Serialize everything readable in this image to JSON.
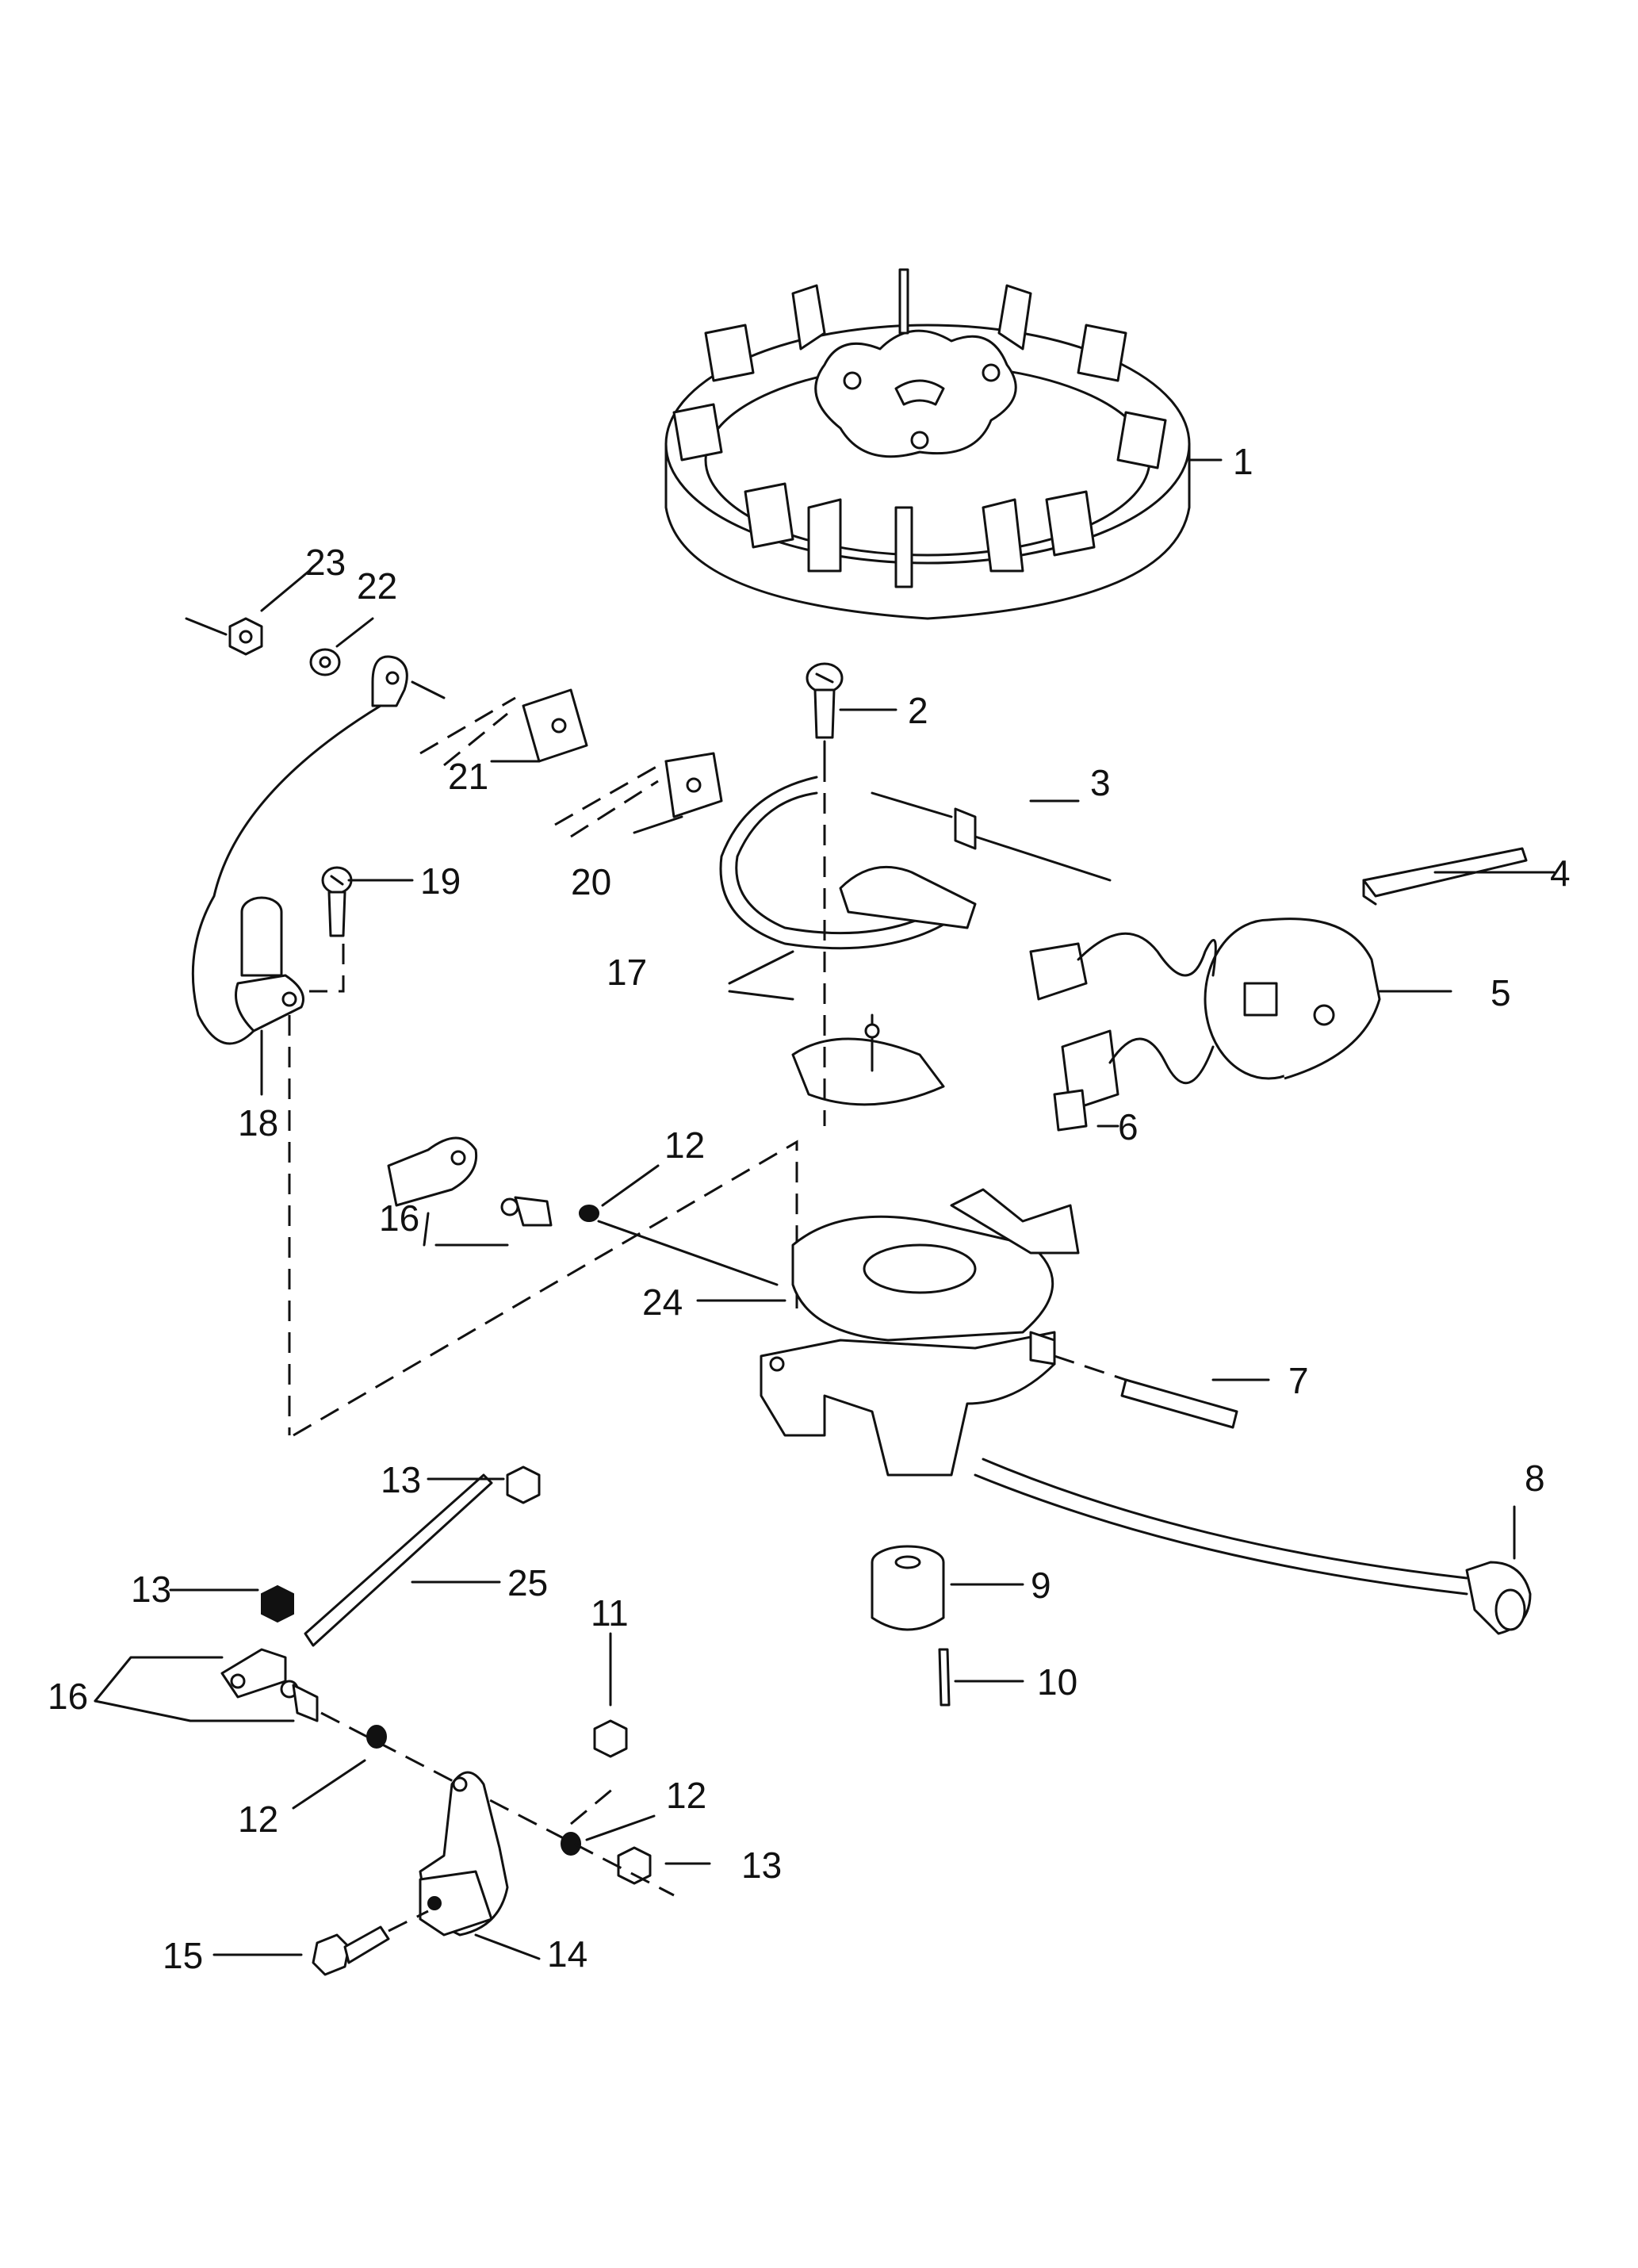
{
  "diagram": {
    "type": "exploded-parts-diagram",
    "subject": "ignition / flywheel magneto assembly",
    "callouts": [
      {
        "id": "c1",
        "label": "1",
        "part": "flywheel"
      },
      {
        "id": "c2",
        "label": "2",
        "part": "screw"
      },
      {
        "id": "c3",
        "label": "3",
        "part": "bolt"
      },
      {
        "id": "c4",
        "label": "4",
        "part": "clip"
      },
      {
        "id": "c5",
        "label": "5",
        "part": "coil"
      },
      {
        "id": "c6",
        "label": "6",
        "part": "block"
      },
      {
        "id": "c7",
        "label": "7",
        "part": "spring"
      },
      {
        "id": "c8",
        "label": "8",
        "part": "spark plug lead / boot"
      },
      {
        "id": "c9",
        "label": "9",
        "part": "bushing"
      },
      {
        "id": "c10",
        "label": "10",
        "part": "pin"
      },
      {
        "id": "c11",
        "label": "11",
        "part": "nut"
      },
      {
        "id": "c12a",
        "label": "12",
        "part": "washer"
      },
      {
        "id": "c12b",
        "label": "12",
        "part": "washer"
      },
      {
        "id": "c12c",
        "label": "12",
        "part": "washer"
      },
      {
        "id": "c13a",
        "label": "13",
        "part": "nut"
      },
      {
        "id": "c13b",
        "label": "13",
        "part": "nut"
      },
      {
        "id": "c13c",
        "label": "13",
        "part": "nut"
      },
      {
        "id": "c14",
        "label": "14",
        "part": "bracket"
      },
      {
        "id": "c15",
        "label": "15",
        "part": "bolt"
      },
      {
        "id": "c16a",
        "label": "16",
        "part": "link end / ball joint"
      },
      {
        "id": "c16b",
        "label": "16",
        "part": "link end / ball joint"
      },
      {
        "id": "c17",
        "label": "17",
        "part": "retainer band / plate"
      },
      {
        "id": "c18",
        "label": "18",
        "part": "condenser"
      },
      {
        "id": "c19",
        "label": "19",
        "part": "screw"
      },
      {
        "id": "c20",
        "label": "20",
        "part": "insulator"
      },
      {
        "id": "c21",
        "label": "21",
        "part": "terminal"
      },
      {
        "id": "c22",
        "label": "22",
        "part": "washer"
      },
      {
        "id": "c23",
        "label": "23",
        "part": "nut"
      },
      {
        "id": "c24",
        "label": "24",
        "part": "stator plate"
      },
      {
        "id": "c25",
        "label": "25",
        "part": "link rod"
      }
    ]
  }
}
